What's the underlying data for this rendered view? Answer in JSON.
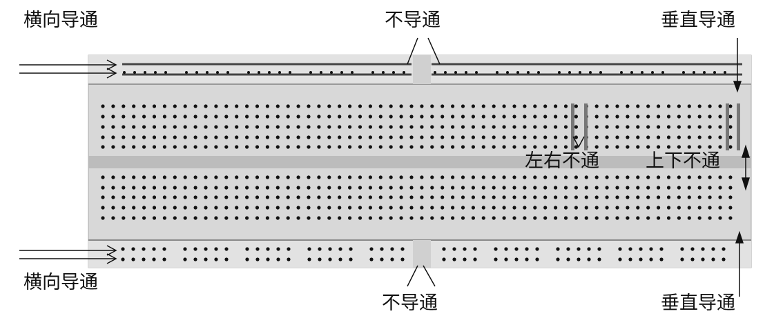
{
  "labels": {
    "top_left": "横向导通",
    "top_center": "不导通",
    "top_right": "垂直导通",
    "left_right_not": "左右不通",
    "up_down_not": "上下不通",
    "bottom_left": "横向导通",
    "bottom_center": "不导通",
    "bottom_right": "垂直导通"
  },
  "colors": {
    "board": "#d6d6d6",
    "rail_line": "#444444",
    "hole": "#111111",
    "channel": "#b8b8b8"
  }
}
